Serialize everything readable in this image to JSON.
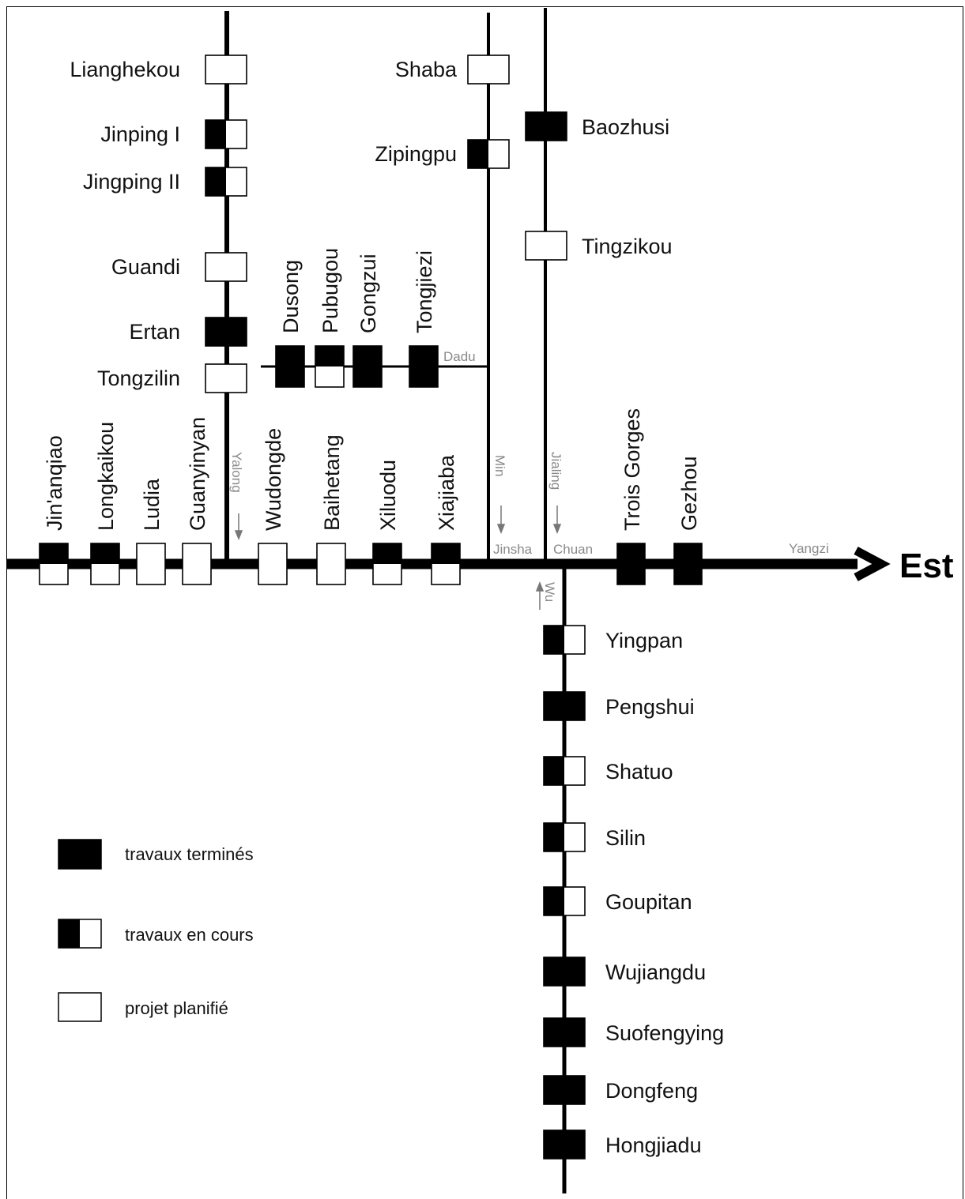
{
  "direction_label": "Est",
  "rivers": {
    "yangzi": "Yangzi",
    "jinsha": "Jinsha",
    "chuan": "Chuan",
    "yalong": "Yalong",
    "dadu": "Dadu",
    "min": "Min",
    "jialing": "Jialing",
    "wu": "Wu"
  },
  "legend": {
    "done": "travaux terminés",
    "in_progress": "travaux en cours",
    "planned": "projet planifié"
  },
  "dams": {
    "yangzi": [
      {
        "name": "Jin'anqiao",
        "status": "in_progress"
      },
      {
        "name": "Longkaikou",
        "status": "in_progress"
      },
      {
        "name": "Ludia",
        "status": "planned"
      },
      {
        "name": "Guanyinyan",
        "status": "planned"
      },
      {
        "name": "Wudongde",
        "status": "planned"
      },
      {
        "name": "Baihetang",
        "status": "planned"
      },
      {
        "name": "Xiluodu",
        "status": "in_progress"
      },
      {
        "name": "Xiajiaba",
        "status": "in_progress"
      },
      {
        "name": "Trois Gorges",
        "status": "done"
      },
      {
        "name": "Gezhou",
        "status": "done"
      }
    ],
    "yalong": [
      {
        "name": "Lianghekou",
        "status": "planned"
      },
      {
        "name": "Jinping I",
        "status": "in_progress"
      },
      {
        "name": "Jingping II",
        "status": "in_progress"
      },
      {
        "name": "Guandi",
        "status": "planned"
      },
      {
        "name": "Ertan",
        "status": "done"
      },
      {
        "name": "Tongzilin",
        "status": "planned"
      }
    ],
    "dadu": [
      {
        "name": "Dusong",
        "status": "done"
      },
      {
        "name": "Pubugou",
        "status": "in_progress"
      },
      {
        "name": "Gongzui",
        "status": "done"
      },
      {
        "name": "Tongjiezi",
        "status": "done"
      }
    ],
    "min": [
      {
        "name": "Shaba",
        "status": "planned"
      },
      {
        "name": "Zipingpu",
        "status": "in_progress"
      }
    ],
    "jialing": [
      {
        "name": "Baozhusi",
        "status": "done"
      },
      {
        "name": "Tingzikou",
        "status": "planned"
      }
    ],
    "wu": [
      {
        "name": "Yingpan",
        "status": "in_progress"
      },
      {
        "name": "Pengshui",
        "status": "done"
      },
      {
        "name": "Shatuo",
        "status": "in_progress"
      },
      {
        "name": "Silin",
        "status": "in_progress"
      },
      {
        "name": "Goupitan",
        "status": "in_progress"
      },
      {
        "name": "Wujiangdu",
        "status": "done"
      },
      {
        "name": "Suofengying",
        "status": "done"
      },
      {
        "name": "Dongfeng",
        "status": "done"
      },
      {
        "name": "Hongjiadu",
        "status": "done"
      }
    ]
  }
}
